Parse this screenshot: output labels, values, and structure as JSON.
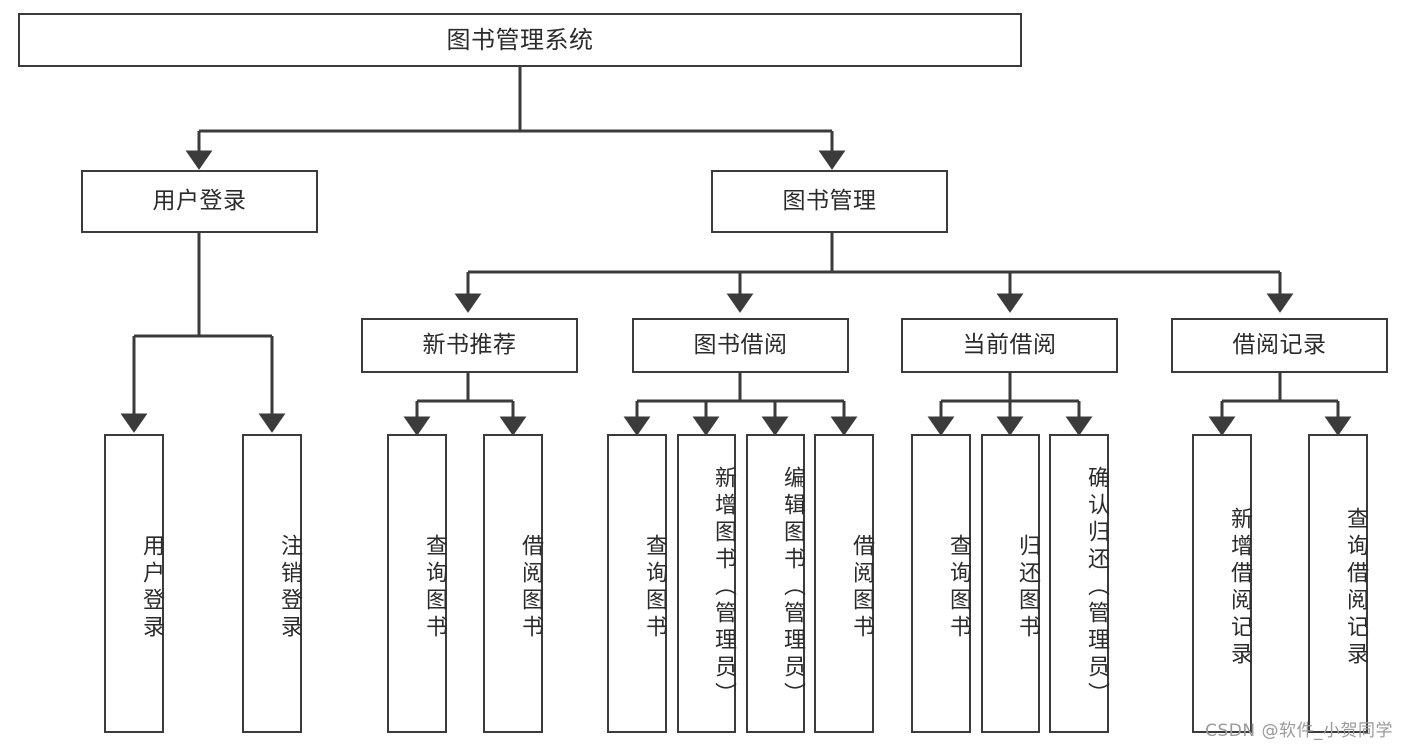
{
  "diagram": {
    "title": "图书管理系统",
    "type": "tree-hierarchy-chart",
    "line_color": "#3b3b3b",
    "box_fill": "#ffffff",
    "text_color": "#2b2b2b",
    "root": {
      "label": "图书管理系统"
    },
    "level2": [
      {
        "label": "用户登录"
      },
      {
        "label": "图书管理"
      }
    ],
    "level3": [
      {
        "label": "新书推荐"
      },
      {
        "label": "图书借阅"
      },
      {
        "label": "当前借阅"
      },
      {
        "label": "借阅记录"
      }
    ],
    "leaves": {
      "user_login": [
        {
          "label": "用户登录"
        },
        {
          "label": "注销登录"
        }
      ],
      "new_book_recommend": [
        {
          "label": "查询图书"
        },
        {
          "label": "借阅图书"
        }
      ],
      "book_borrow": [
        {
          "label": "查询图书"
        },
        {
          "label": "新增图书（管理员）"
        },
        {
          "label": "编辑图书（管理员）"
        },
        {
          "label": "借阅图书"
        }
      ],
      "current_borrow": [
        {
          "label": "查询图书"
        },
        {
          "label": "归还图书"
        },
        {
          "label": "确认归还（管理员）"
        }
      ],
      "borrow_record": [
        {
          "label": "新增借阅记录"
        },
        {
          "label": "查询借阅记录"
        }
      ]
    }
  },
  "watermark": {
    "text": "CSDN @软件_小贺同学"
  }
}
